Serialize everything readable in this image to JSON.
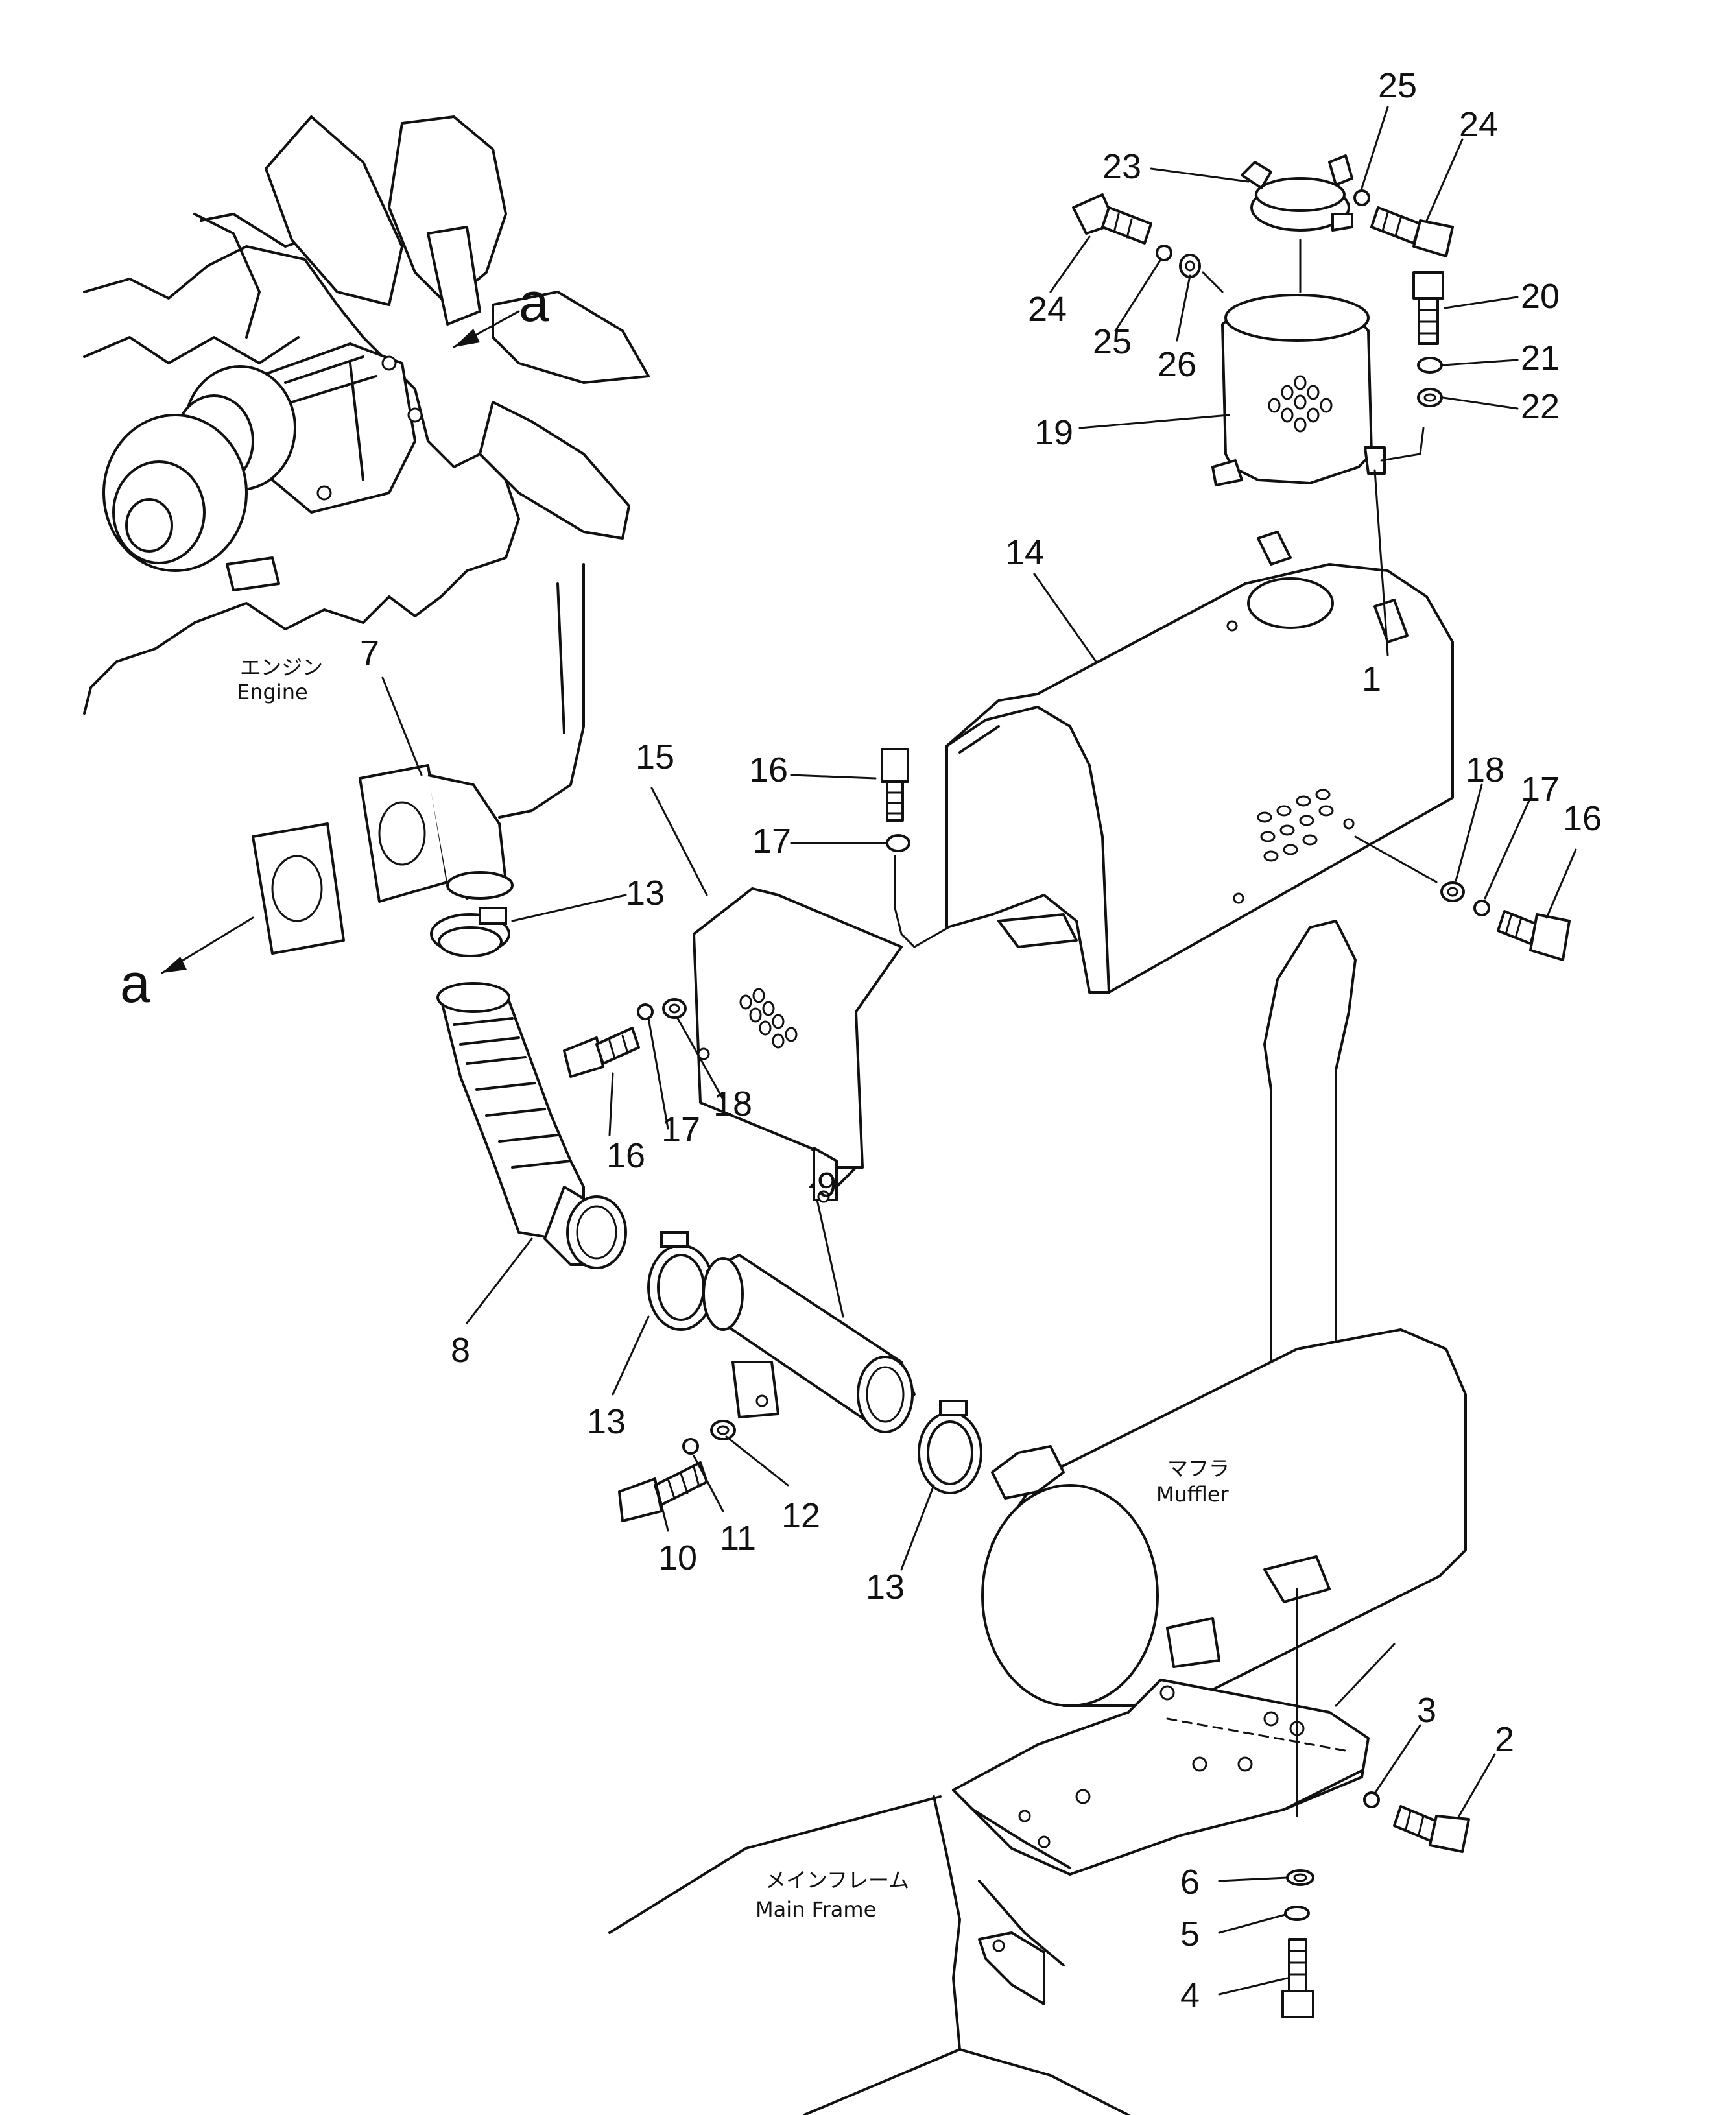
{
  "part_numbers": {
    "p1": "1",
    "p2": "2",
    "p3": "3",
    "p4": "4",
    "p5": "5",
    "p6": "6",
    "p7": "7",
    "p8": "8",
    "p9": "9",
    "p10": "10",
    "p11": "11",
    "p12": "12",
    "p13a": "13",
    "p13b": "13",
    "p13c": "13",
    "p14": "14",
    "p15": "15",
    "p16a": "16",
    "p16b": "16",
    "p16c": "16",
    "p17a": "17",
    "p17b": "17",
    "p17c": "17",
    "p18a": "18",
    "p18b": "18",
    "p19": "19",
    "p20": "20",
    "p21": "21",
    "p22": "22",
    "p23": "23",
    "p24a": "24",
    "p24b": "24",
    "p25a": "25",
    "p25b": "25",
    "p26": "26"
  },
  "view_markers": {
    "a_top": "a",
    "a_left": "a"
  },
  "labels": {
    "engine_jp": "エンジン",
    "engine_en": "Engine",
    "muffler_jp": "マフラ",
    "muffler_en": "Muffler",
    "frame_jp": "メインフレーム",
    "frame_en": "Main Frame"
  }
}
